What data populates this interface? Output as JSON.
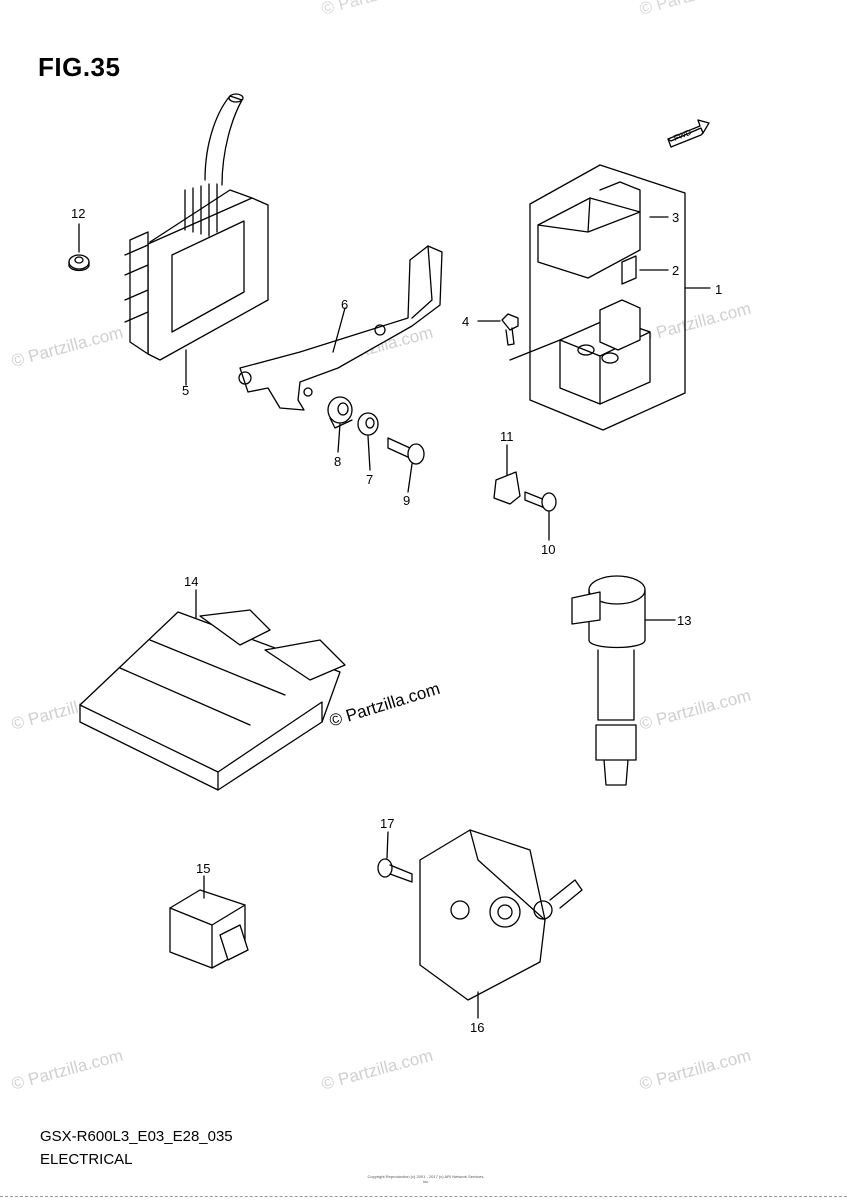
{
  "figure": {
    "title": "FIG.35",
    "model_code": "GSX-R600L3_E03_E28_035",
    "category": "ELECTRICAL",
    "copyright": "Copyright\nReproduction (c) 2001 - 2017 (c) ARI Network Services, Inc."
  },
  "direction_arrow": {
    "label": "FWD"
  },
  "watermark": {
    "text": "© Partzilla.com",
    "main_text": "© Partzilla.com"
  },
  "callouts": {
    "n1": "1",
    "n2": "2",
    "n3": "3",
    "n4": "4",
    "n5": "5",
    "n6": "6",
    "n7": "7",
    "n8": "8",
    "n9": "9",
    "n10": "10",
    "n11": "11",
    "n12": "12",
    "n13": "13",
    "n14": "14",
    "n15": "15",
    "n16": "16",
    "n17": "17"
  }
}
